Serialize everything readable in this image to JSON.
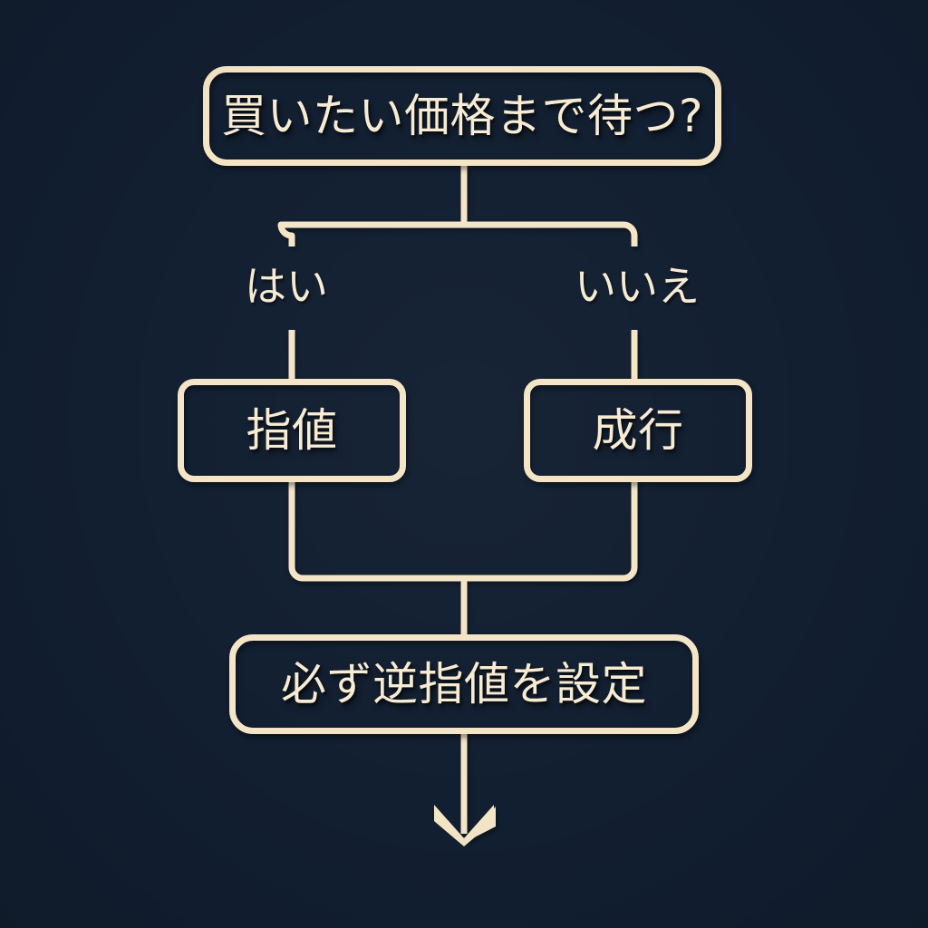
{
  "diagram": {
    "title": "買いたい価格まで待つ?",
    "type": "flowchart",
    "orientation": "top-to-bottom",
    "colors": {
      "background": "#121f31",
      "stroke": "#f4e5c6",
      "text": "#f7ebd3"
    },
    "nodes": [
      {
        "id": "decision",
        "label": "買いたい価格まで待つ?",
        "shape": "rounded-rectangle",
        "role": "decision"
      },
      {
        "id": "limit",
        "label": "指値",
        "shape": "rounded-rectangle",
        "role": "process"
      },
      {
        "id": "market",
        "label": "成行",
        "shape": "rounded-rectangle",
        "role": "process"
      },
      {
        "id": "stoploss",
        "label": "必ず逆指値を設定",
        "shape": "rounded-rectangle",
        "role": "process"
      }
    ],
    "edges": [
      {
        "id": "decision-to-limit",
        "from": "decision",
        "to": "limit",
        "label": "はい"
      },
      {
        "id": "decision-to-market",
        "from": "decision",
        "to": "market",
        "label": "いいえ"
      },
      {
        "id": "limit-to-stoploss",
        "from": "limit",
        "to": "stoploss",
        "label": ""
      },
      {
        "id": "market-to-stoploss",
        "from": "market",
        "to": "stoploss",
        "label": ""
      },
      {
        "id": "stoploss-to-end",
        "from": "stoploss",
        "to": "end",
        "label": "",
        "arrowhead": "down-arrow"
      }
    ]
  }
}
